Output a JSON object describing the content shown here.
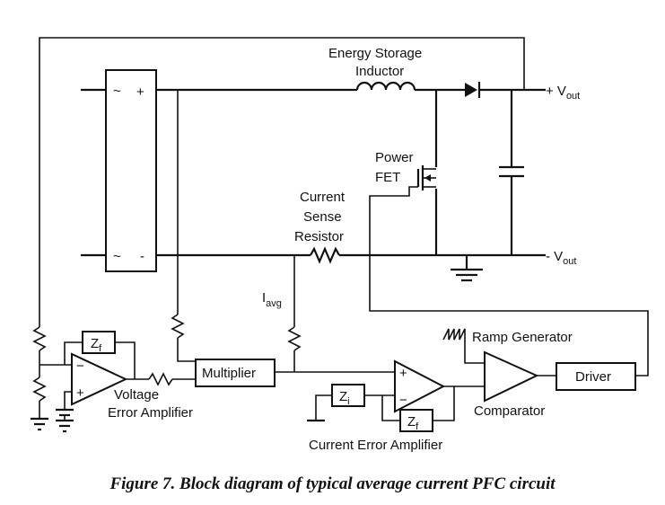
{
  "labels": {
    "energy_storage_line1": "Energy Storage",
    "energy_storage_line2": "Inductor",
    "vout_plus_sign": "+ V",
    "vout_plus_sub": "out",
    "vout_minus_sign": "- V",
    "vout_minus_sub": "out",
    "power_fet_line1": "Power",
    "power_fet_line2": "FET",
    "current_sense_line1": "Current",
    "current_sense_line2": "Sense",
    "current_sense_line3": "Resistor",
    "iavg_main": "I",
    "iavg_sub": "avg",
    "ramp_generator": "Ramp Generator",
    "zf_main": "Z",
    "zf_sub": "f",
    "zi_main": "Z",
    "zi_sub": "i",
    "multiplier": "Multiplier",
    "driver": "Driver",
    "voltage_error_line1": "Voltage",
    "voltage_error_line2": "Error Amplifier",
    "current_error_amplifier": "Current Error Amplifier",
    "comparator": "Comparator",
    "ac_tilde": "~",
    "plus_sign": "+",
    "minus_sign": "−",
    "dash_sign": "-"
  },
  "caption": "Figure 7. Block diagram of typical average current PFC circuit"
}
